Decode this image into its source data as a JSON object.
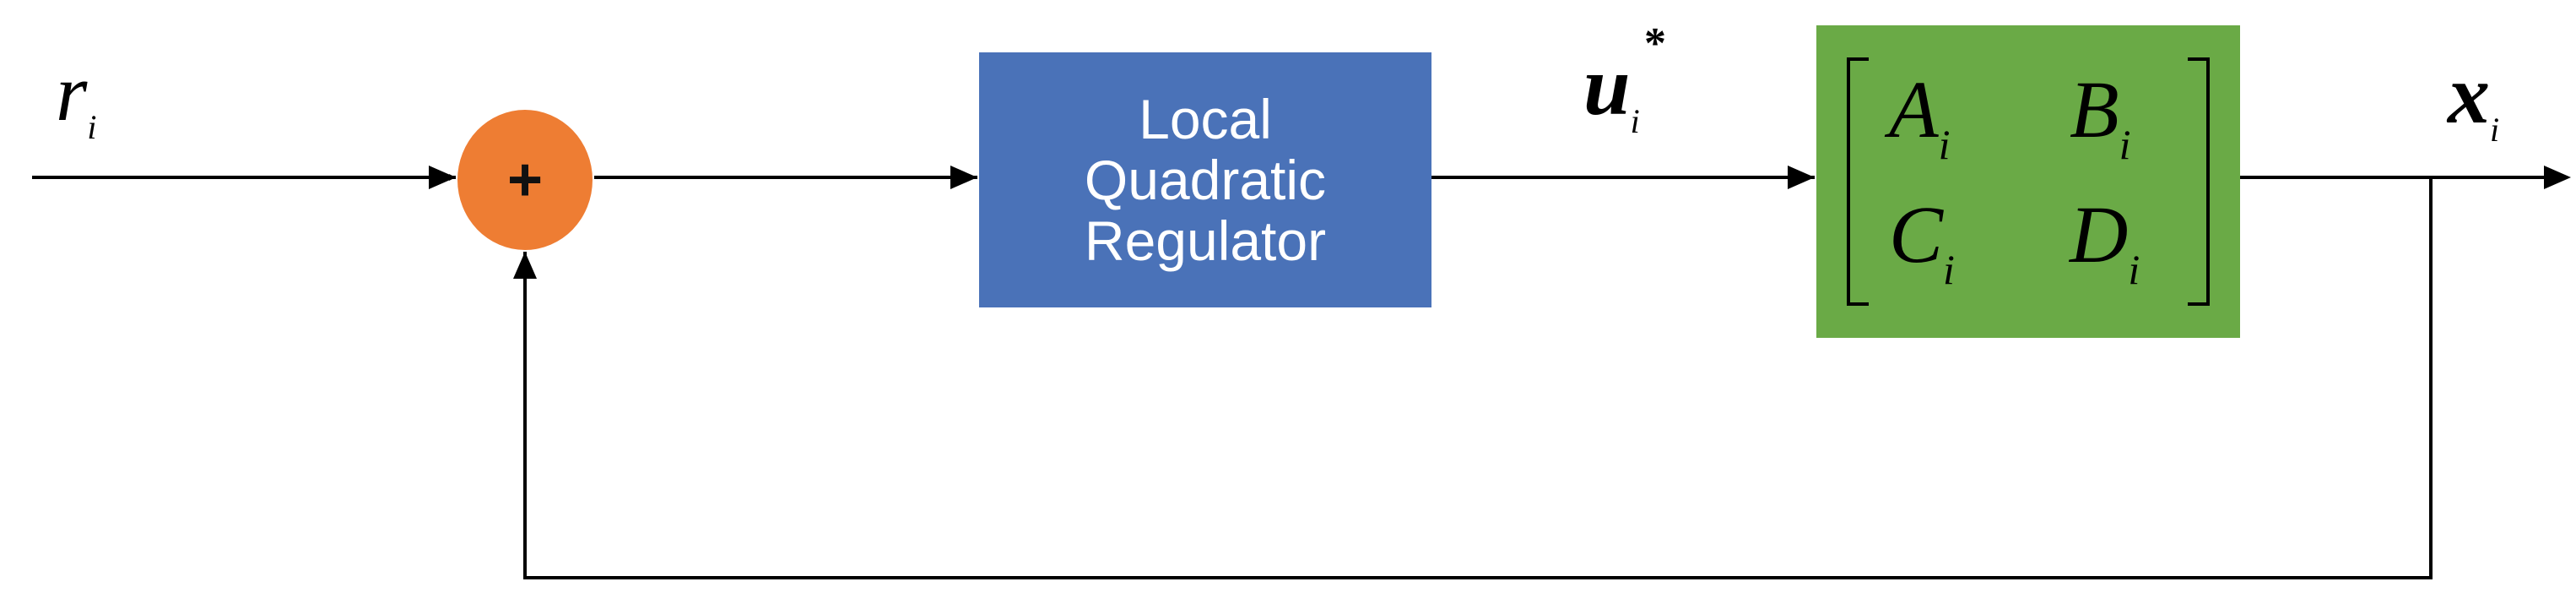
{
  "signals": {
    "reference": {
      "symbol": "r",
      "subscript": "i"
    },
    "control": {
      "symbol": "u",
      "subscript": "i",
      "superscript": "*"
    },
    "state": {
      "symbol": "x",
      "subscript": "i"
    }
  },
  "summing_junction": {
    "sign": "+"
  },
  "regulator": {
    "lines": [
      "Local",
      "Quadratic",
      "Regulator"
    ]
  },
  "plant": {
    "matrix": [
      [
        {
          "symbol": "A",
          "subscript": "i"
        },
        {
          "symbol": "B",
          "subscript": "i"
        }
      ],
      [
        {
          "symbol": "C",
          "subscript": "i"
        },
        {
          "symbol": "D",
          "subscript": "i"
        }
      ]
    ]
  },
  "colors": {
    "summing_junction": "#ee7d33",
    "regulator": "#4a72b8",
    "plant": "#6aaa46",
    "wire": "#000000"
  }
}
